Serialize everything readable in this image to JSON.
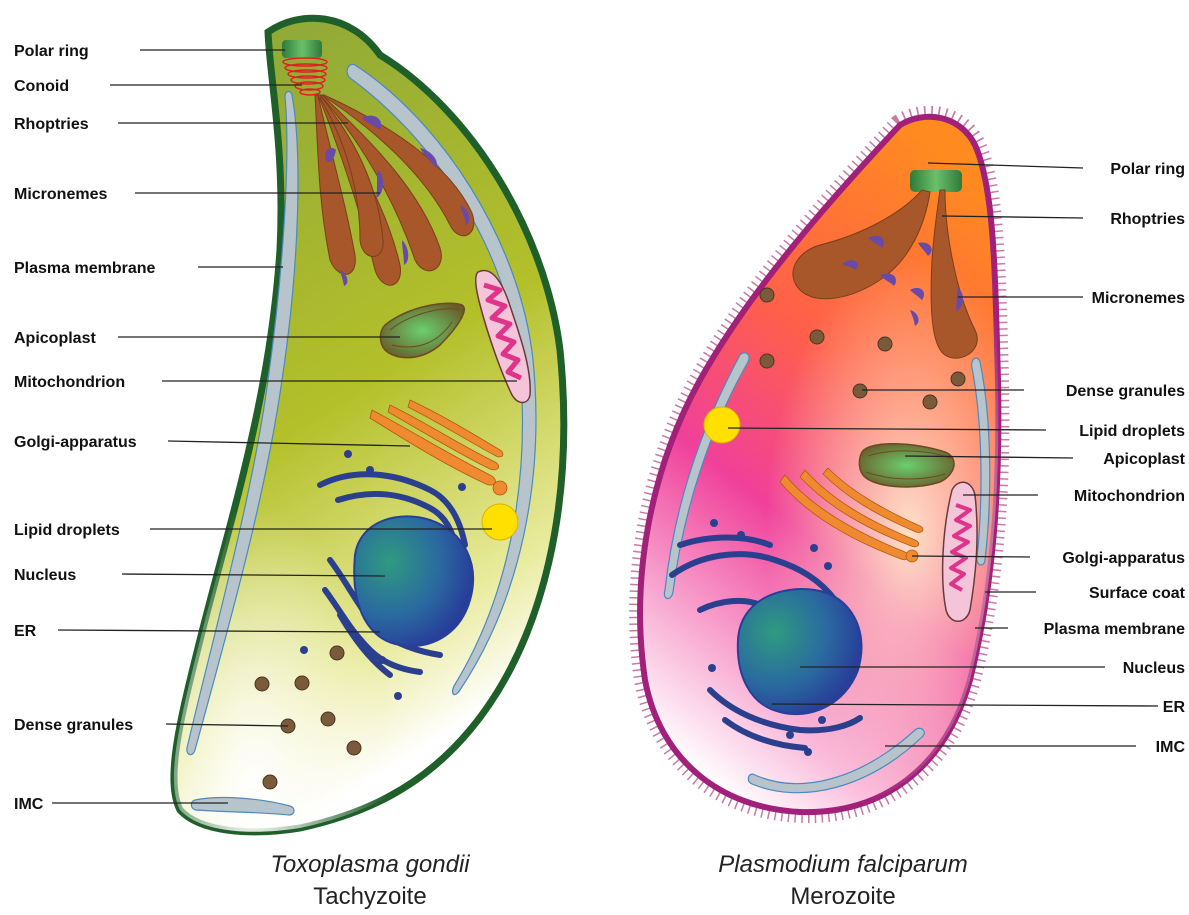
{
  "toxoplasma": {
    "species": "Toxoplasma gondii",
    "stage": "Tachyzoite",
    "labels": {
      "polar_ring": "Polar ring",
      "conoid": "Conoid",
      "rhoptries": "Rhoptries",
      "micronemes": "Micronemes",
      "plasma_membrane": "Plasma membrane",
      "apicoplast": "Apicoplast",
      "mitochondrion": "Mitochondrion",
      "golgi": "Golgi-apparatus",
      "lipid_droplets": "Lipid droplets",
      "nucleus": "Nucleus",
      "er": "ER",
      "dense_granules": "Dense granules",
      "imc": "IMC"
    }
  },
  "plasmodium": {
    "species": "Plasmodium falciparum",
    "stage": "Merozoite",
    "labels": {
      "polar_ring": "Polar ring",
      "rhoptries": "Rhoptries",
      "micronemes": "Micronemes",
      "dense_granules": "Dense granules",
      "lipid_droplets": "Lipid droplets",
      "apicoplast": "Apicoplast",
      "mitochondrion": "Mitochondrion",
      "golgi": "Golgi-apparatus",
      "surface_coat": "Surface coat",
      "plasma_membrane": "Plasma membrane",
      "nucleus": "Nucleus",
      "er": "ER",
      "imc": "IMC"
    }
  },
  "colors": {
    "toxo_membrane": "#1f5f2a",
    "plasmo_membrane": "#a0207a",
    "imc": "#b8c4cc",
    "rhoptry": "#a8572a",
    "microneme": "#6a4aa8",
    "nucleus": "#1f4f9a",
    "er": "#2b3f8f",
    "lipid": "#ffe000",
    "dense_granule": "#7a5a3a",
    "mitochondrion": "#e0338a",
    "golgi": "#f08a30"
  }
}
